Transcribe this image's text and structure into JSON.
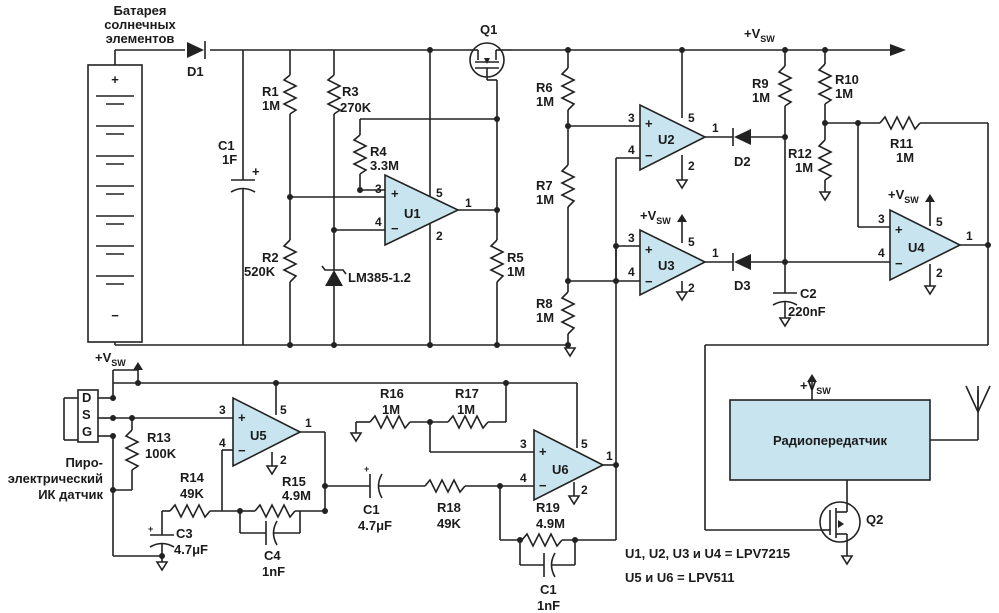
{
  "labels": {
    "solar_battery": [
      "Батарея",
      "солнечных",
      "элементов"
    ],
    "pyro_sensor": [
      "Пиро-",
      "электрический",
      "ИК датчик"
    ],
    "lm385": "LM385-1.2",
    "radio": "Радиопередатчик",
    "note_1": "U1, U2, U3 и U4 = LPV7215",
    "note_2": "U5 и U6 = LPV511",
    "vsw": "+V",
    "vsw_sub": "SW",
    "plus_sign": "+",
    "minus_sign": "−",
    "batt_plus": "+",
    "batt_minus": "−",
    "cap_plus": "+",
    "sensor_pins": [
      "D",
      "S",
      "G"
    ]
  },
  "components": {
    "D1": "D1",
    "D2": "D2",
    "D3": "D3",
    "Q1": "Q1",
    "Q2": "Q2",
    "U1": "U1",
    "U2": "U2",
    "U3": "U3",
    "U4": "U4",
    "U5": "U5",
    "U6": "U6",
    "R1": [
      "R1",
      "1M"
    ],
    "R2": [
      "R2",
      "520K"
    ],
    "R3": [
      "R3",
      "270K"
    ],
    "R4": [
      "R4",
      "3.3M"
    ],
    "R5": [
      "R5",
      "1M"
    ],
    "R6": [
      "R6",
      "1M"
    ],
    "R7": [
      "R7",
      "1M"
    ],
    "R8": [
      "R8",
      "1M"
    ],
    "R9": [
      "R9",
      "1M"
    ],
    "R10": [
      "R10",
      "1M"
    ],
    "R11": [
      "R11",
      "1M"
    ],
    "R12": [
      "R12",
      "1M"
    ],
    "R13": [
      "R13",
      "100K"
    ],
    "R14": [
      "R14",
      "49K"
    ],
    "R15": [
      "R15",
      "4.9M"
    ],
    "R16": [
      "R16",
      "1M"
    ],
    "R17": [
      "R17",
      "1M"
    ],
    "R18": [
      "R18",
      "49K"
    ],
    "R19": [
      "R19",
      "4.9M"
    ],
    "C1a": [
      "C1",
      "1F"
    ],
    "C2": [
      "C2",
      "220nF"
    ],
    "C3": [
      "C3",
      "4.7μF"
    ],
    "C4": [
      "C4",
      "1nF"
    ],
    "C1b": [
      "C1",
      "4.7μF"
    ],
    "C1c": [
      "C1",
      "1nF"
    ]
  },
  "pins": {
    "U1": [
      "3",
      "4",
      "5",
      "2",
      "1"
    ],
    "U2": [
      "3",
      "4",
      "5",
      "2",
      "1"
    ],
    "U3": [
      "3",
      "4",
      "5",
      "2",
      "1"
    ],
    "U4": [
      "3",
      "4",
      "5",
      "2",
      "1"
    ],
    "U5": [
      "3",
      "4",
      "5",
      "2",
      "1"
    ],
    "U6": [
      "3",
      "4",
      "5",
      "2",
      "1"
    ]
  }
}
